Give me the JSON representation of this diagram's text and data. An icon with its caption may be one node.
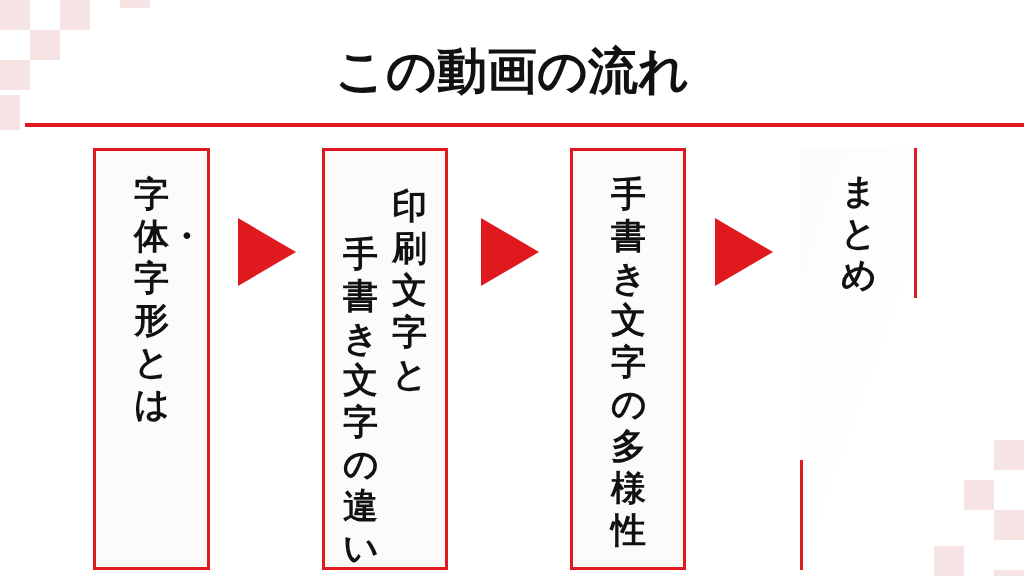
{
  "diagram": {
    "title": "この動画の流れ",
    "nodes": [
      {
        "text": [
          "字体・字形とは"
        ]
      },
      {
        "text": [
          "印刷文字と手書き文字の違い"
        ]
      },
      {
        "text": [
          "手書き文字の多様性"
        ]
      },
      {
        "text": [
          "まとめ"
        ]
      }
    ],
    "edges": [
      {
        "from": 0,
        "to": 1,
        "arrow": "to"
      },
      {
        "from": 1,
        "to": 2,
        "arrow": "to"
      },
      {
        "from": 2,
        "to": 3,
        "arrow": "to"
      }
    ]
  }
}
